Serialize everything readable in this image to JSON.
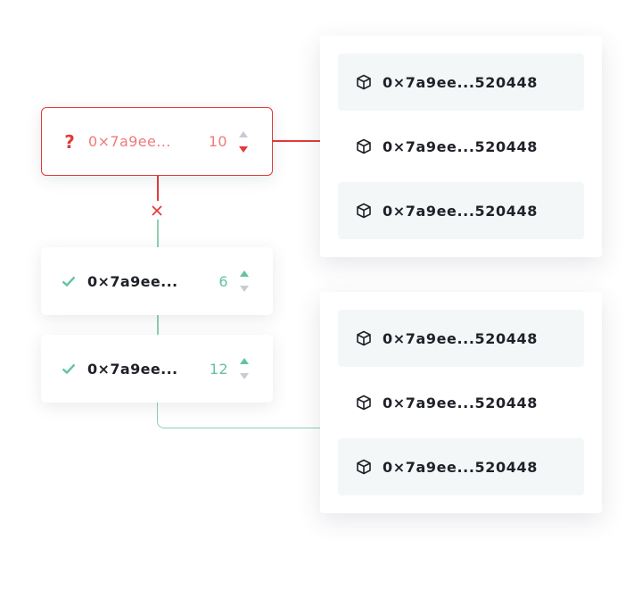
{
  "colors": {
    "error": "#e23b3b",
    "ok": "#63c3a0",
    "shade": "#f4f7f8",
    "line_green": "#8ed0b0"
  },
  "nodes": [
    {
      "status": "error",
      "status_icon": "question-icon",
      "address": "0×7a9ee...",
      "count": "10",
      "active_arrow": "down"
    },
    {
      "status": "ok",
      "status_icon": "check-icon",
      "address": "0×7a9ee...",
      "count": "6",
      "active_arrow": "up"
    },
    {
      "status": "ok",
      "status_icon": "check-icon",
      "address": "0×7a9ee...",
      "count": "12",
      "active_arrow": "up"
    }
  ],
  "connector_error_icon": "cross-icon",
  "panels": [
    {
      "rows": [
        {
          "label": "0×7a9ee...520448",
          "icon": "cube-icon",
          "shaded": true
        },
        {
          "label": "0×7a9ee...520448",
          "icon": "cube-icon",
          "shaded": false
        },
        {
          "label": "0×7a9ee...520448",
          "icon": "cube-icon",
          "shaded": true
        }
      ]
    },
    {
      "rows": [
        {
          "label": "0×7a9ee...520448",
          "icon": "cube-icon",
          "shaded": true
        },
        {
          "label": "0×7a9ee...520448",
          "icon": "cube-icon",
          "shaded": false
        },
        {
          "label": "0×7a9ee...520448",
          "icon": "cube-icon",
          "shaded": true
        }
      ]
    }
  ]
}
